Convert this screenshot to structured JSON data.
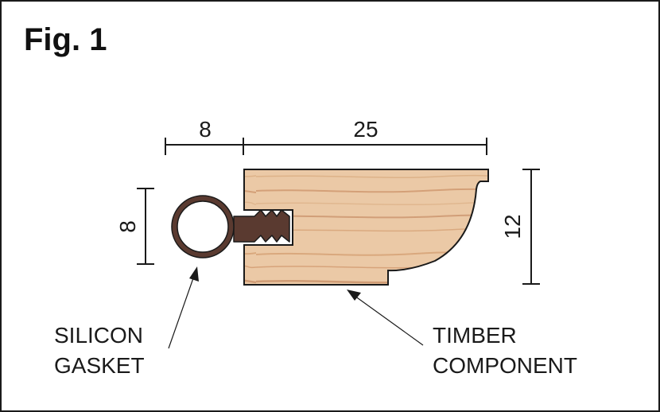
{
  "figure": {
    "title": "Fig. 1"
  },
  "dimensions": {
    "gasket_width": "8",
    "timber_width": "25",
    "gasket_height": "8",
    "timber_height": "12"
  },
  "labels": {
    "gasket_line1": "SILICON",
    "gasket_line2": "GASKET",
    "timber_line1": "TIMBER",
    "timber_line2": "COMPONENT"
  },
  "colors": {
    "gasket": "#5a3a30",
    "timber_base": "#e9c6a3",
    "timber_grain": "#c98a5e",
    "outline": "#1a1a1a"
  }
}
